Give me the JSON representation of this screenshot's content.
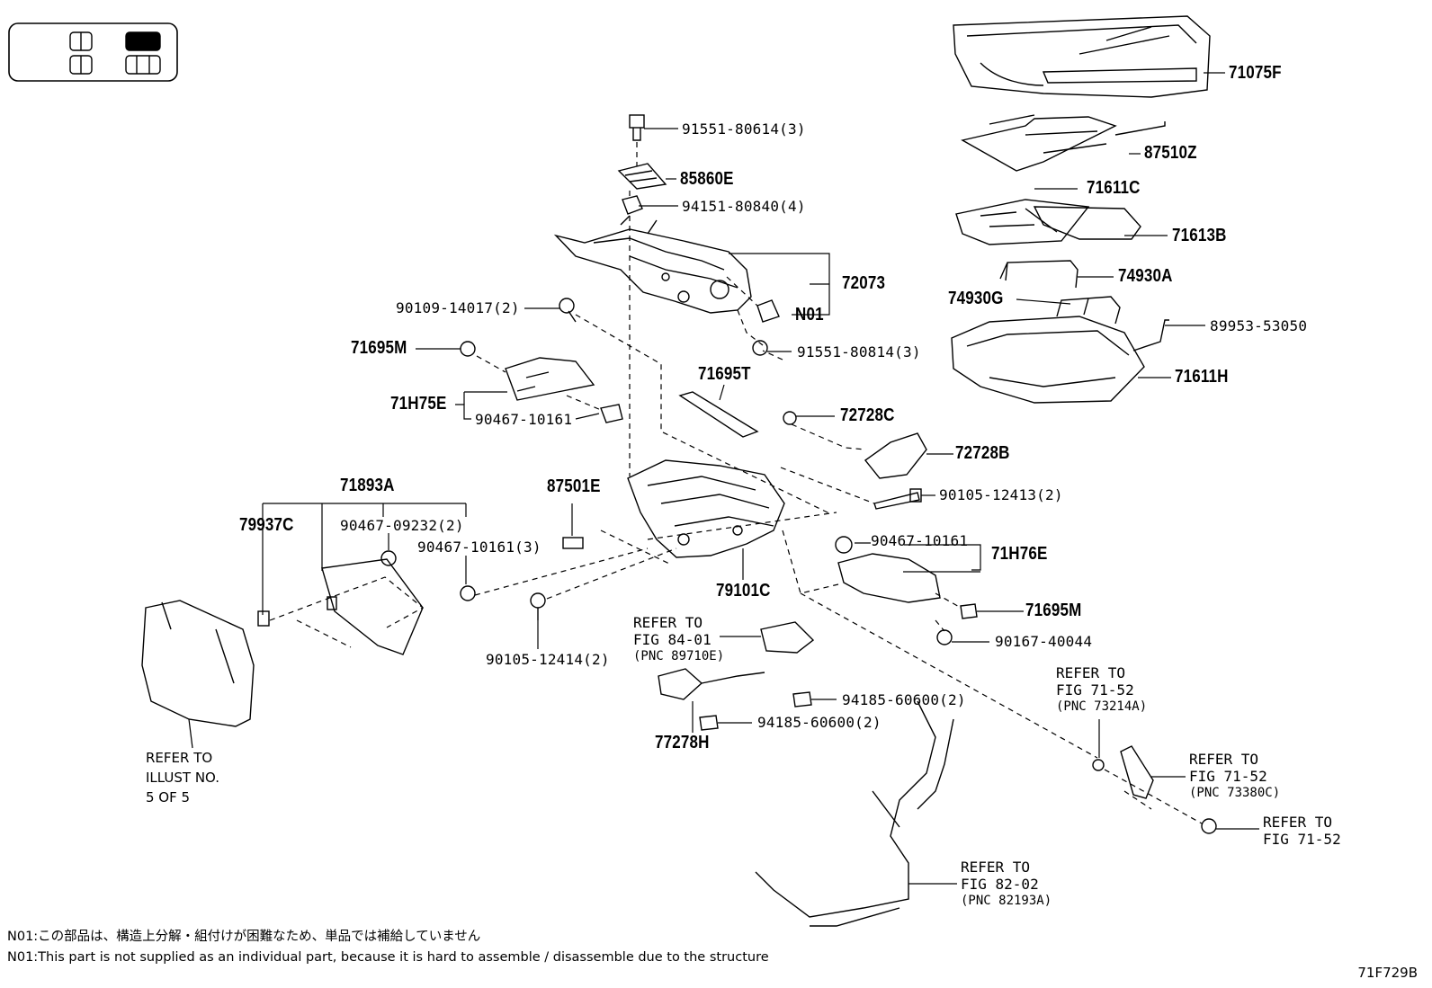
{
  "parts": {
    "p71075F": "71075F",
    "p87510Z": "87510Z",
    "p71611C": "71611C",
    "p71613B": "71613B",
    "p74930A": "74930A",
    "p74930G": "74930G",
    "p89953": "89953-53050",
    "p71611H": "71611H",
    "p91551_80614": "91551-80614(3)",
    "p85860E": "85860E",
    "p94151": "94151-80840(4)",
    "p72073": "72073",
    "pN01": "N01",
    "p90109": "90109-14017(2)",
    "p91551_80814": "91551-80814(3)",
    "p71695M_a": "71695M",
    "p71695T": "71695T",
    "p71H75E": "71H75E",
    "p90467_10161_a": "90467-10161",
    "p72728C": "72728C",
    "p72728B": "72728B",
    "p71893A": "71893A",
    "p87501E": "87501E",
    "p90105_12413": "90105-12413(2)",
    "p79937C": "79937C",
    "p90467_09232": "90467-09232(2)",
    "p90467_10161_3": "90467-10161(3)",
    "p90467_10161_b": "90467-10161",
    "p71H76E": "71H76E",
    "p79101C": "79101C",
    "p71695M_b": "71695M",
    "p90167": "90167-40044",
    "p90105_12414": "90105-12414(2)",
    "p94185_a": "94185-60600(2)",
    "p94185_b": "94185-60600(2)",
    "p77278H": "77278H"
  },
  "refs": {
    "r84_l1": "REFER TO",
    "r84_l2": "FIG 84-01",
    "r84_pnc": "(PNC 89710E)",
    "r7152a_l1": "REFER TO",
    "r7152a_l2": "FIG 71-52",
    "r7152a_pnc": "(PNC 73214A)",
    "r7152b_l1": "REFER TO",
    "r7152b_l2": "FIG 71-52",
    "r7152b_pnc": "(PNC 73380C)",
    "r7152c_l1": "REFER TO",
    "r7152c_l2": "FIG 71-52",
    "r82_l1": "REFER TO",
    "r82_l2": "FIG 82-02",
    "r82_pnc": "(PNC 82193A)",
    "illust_l1": "REFER TO",
    "illust_l2": "ILLUST NO.",
    "illust_l3": "5 OF 5"
  },
  "notes": {
    "jp": "N01:この部品は、構造上分解・組付けが困難なため、単品では補給していません",
    "en": "N01:This part is not supplied as an individual part, because it is hard to assemble / disassemble due to the structure"
  },
  "figure_id": "71F729B"
}
